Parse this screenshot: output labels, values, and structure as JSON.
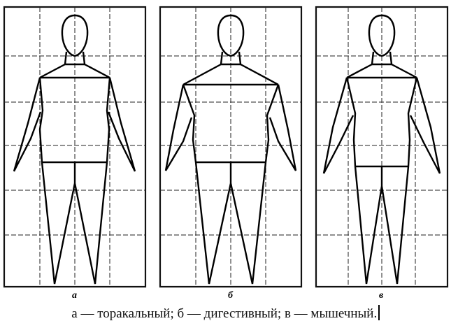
{
  "figure": {
    "panels": [
      {
        "id": "a",
        "letter": "а"
      },
      {
        "id": "b",
        "letter": "б"
      },
      {
        "id": "v",
        "letter": "в"
      }
    ],
    "caption": "а — торакальный; б — дигестивный; в — мышечный."
  }
}
